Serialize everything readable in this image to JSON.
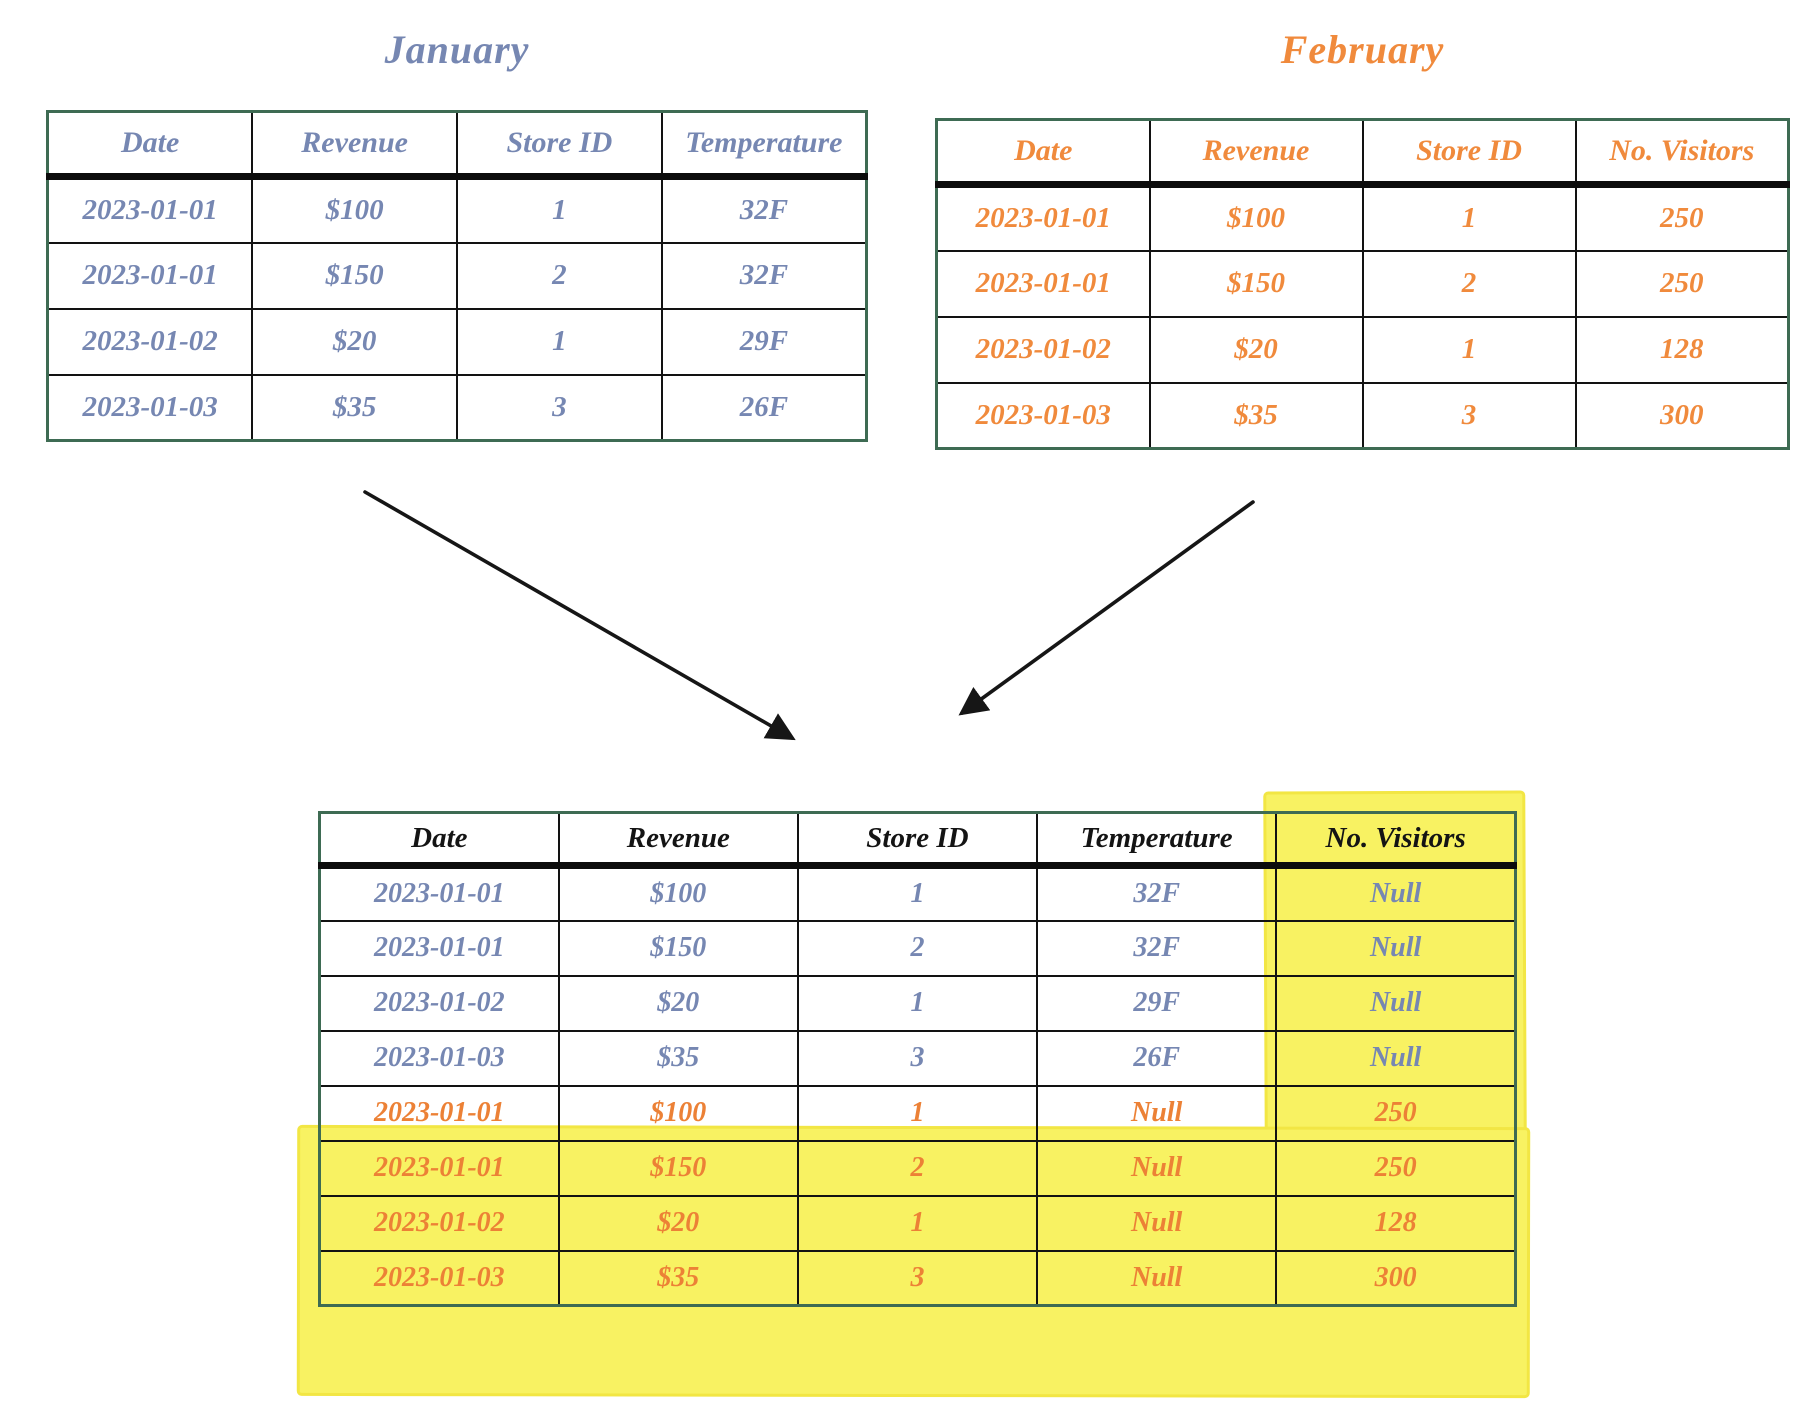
{
  "diagram": {
    "colors": {
      "january_text": "#7687b2",
      "february_text": "#f08a3c",
      "table_border_green": "#3e6b53",
      "grid_line_black": "#121212",
      "highlight_yellow": "#f8f262"
    },
    "null_label": "Null"
  },
  "tables": {
    "january": {
      "title": "January",
      "columns": [
        "Date",
        "Revenue",
        "Store ID",
        "Temperature"
      ],
      "rows": [
        [
          "2023-01-01",
          "$100",
          "1",
          "32F"
        ],
        [
          "2023-01-01",
          "$150",
          "2",
          "32F"
        ],
        [
          "2023-01-02",
          "$20",
          "1",
          "29F"
        ],
        [
          "2023-01-03",
          "$35",
          "3",
          "26F"
        ]
      ]
    },
    "february": {
      "title": "February",
      "columns": [
        "Date",
        "Revenue",
        "Store ID",
        "No. Visitors"
      ],
      "rows": [
        [
          "2023-01-01",
          "$100",
          "1",
          "250"
        ],
        [
          "2023-01-01",
          "$150",
          "2",
          "250"
        ],
        [
          "2023-01-02",
          "$20",
          "1",
          "128"
        ],
        [
          "2023-01-03",
          "$35",
          "3",
          "300"
        ]
      ]
    },
    "combined": {
      "columns": [
        "Date",
        "Revenue",
        "Store ID",
        "Temperature",
        "No. Visitors"
      ],
      "rows": [
        {
          "source": "january",
          "cells": [
            "2023-01-01",
            "$100",
            "1",
            "32F",
            "Null"
          ]
        },
        {
          "source": "january",
          "cells": [
            "2023-01-01",
            "$150",
            "2",
            "32F",
            "Null"
          ]
        },
        {
          "source": "january",
          "cells": [
            "2023-01-02",
            "$20",
            "1",
            "29F",
            "Null"
          ]
        },
        {
          "source": "january",
          "cells": [
            "2023-01-03",
            "$35",
            "3",
            "26F",
            "Null"
          ]
        },
        {
          "source": "february",
          "cells": [
            "2023-01-01",
            "$100",
            "1",
            "Null",
            "250"
          ]
        },
        {
          "source": "february",
          "cells": [
            "2023-01-01",
            "$150",
            "2",
            "Null",
            "250"
          ]
        },
        {
          "source": "february",
          "cells": [
            "2023-01-02",
            "$20",
            "1",
            "Null",
            "128"
          ]
        },
        {
          "source": "february",
          "cells": [
            "2023-01-03",
            "$35",
            "3",
            "Null",
            "300"
          ]
        }
      ]
    }
  }
}
